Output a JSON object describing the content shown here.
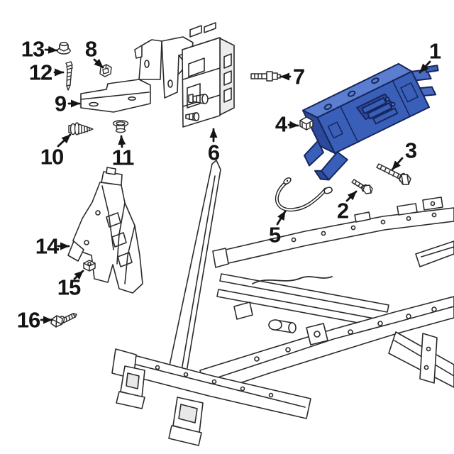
{
  "figure": {
    "kind": "vehicle-parts-exploded-diagram",
    "background": "#ffffff",
    "line_color": "#2b2b2b",
    "highlight_fill": "#3a5fb8",
    "highlight_top_fill": "#5b7ed0",
    "highlight_side_fill": "#2c4a9b",
    "highlight_stroke": "#16265c",
    "callout_color": "#141414"
  },
  "callouts": [
    {
      "label": "1"
    },
    {
      "label": "2"
    },
    {
      "label": "3"
    },
    {
      "label": "4"
    },
    {
      "label": "5"
    },
    {
      "label": "6"
    },
    {
      "label": "7"
    },
    {
      "label": "8"
    },
    {
      "label": "9"
    },
    {
      "label": "10"
    },
    {
      "label": "11"
    },
    {
      "label": "12"
    },
    {
      "label": "13"
    },
    {
      "label": "14"
    },
    {
      "label": "15"
    },
    {
      "label": "16"
    }
  ]
}
